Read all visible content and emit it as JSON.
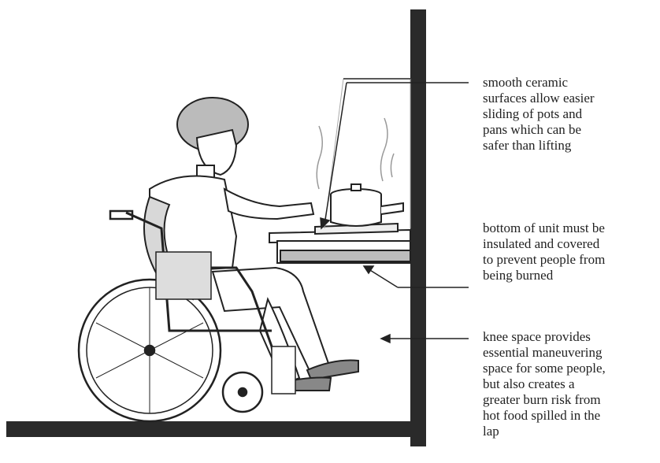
{
  "callouts": {
    "ceramic": "smooth ceramic\nsurfaces allow easier\nsliding of pots and\npans which can be\nsafer than lifting",
    "bottom": "bottom of unit must be\ninsulated and covered\nto prevent people from\nbeing burned",
    "knee": "knee space provides\nessential maneuvering\nspace for some people,\nbut also creates a\ngreater burn risk from\nhot food spilled in the\nlap"
  },
  "colors": {
    "ink": "#222222",
    "wall": "#2a2a2a",
    "shade": "#9a9a9a"
  }
}
